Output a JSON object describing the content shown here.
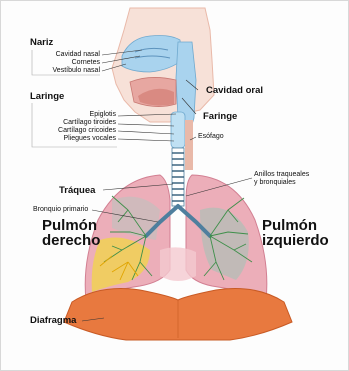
{
  "labels": {
    "nariz": "Nariz",
    "cavidad_nasal": "Cavidad nasal",
    "cornetes": "Cornetes",
    "vestibulo_nasal": "Vestíbulo nasal",
    "cavidad_oral": "Cavidad oral",
    "laringe": "Laringe",
    "epiglotis": "Epiglotis",
    "cartilago_tiroides": "Cartílago tiroides",
    "cartilago_cricoides": "Cartílago cricoides",
    "pliegues_vocales": "Pliegues vocales",
    "faringe": "Faringe",
    "esofago": "Esófago",
    "traquea": "Tráquea",
    "anillos_line1": "Anillos traqueales",
    "anillos_line2": "y bronquiales",
    "bronquio_primario": "Bronquio primario",
    "pulmon_derecho_line1": "Pulmón",
    "pulmon_derecho_line2": "derecho",
    "pulmon_izquierdo_line1": "Pulmón",
    "pulmon_izquierdo_line2": "izquierdo",
    "diafragma": "Diafragma"
  },
  "colors": {
    "airway": "#a9d3ee",
    "lung": "#ecaeb9",
    "lung_dark": "#d27f92",
    "bronchi": "#3e8f4a",
    "yellow_lobe": "#f1d154",
    "diaphragm": "#e8793f",
    "tissue": "#f4d2c6"
  }
}
